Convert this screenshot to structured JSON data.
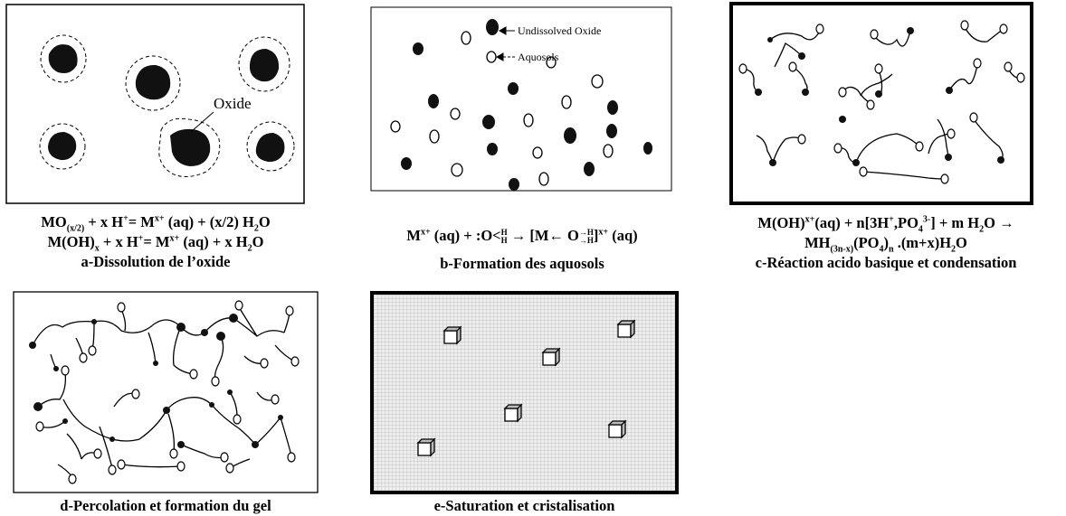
{
  "panel_a": {
    "label_oxide": "Oxide",
    "eq1": {
      "p1": "MO",
      "s1": "(x/2)",
      "p2": " + x H",
      "s2": "+",
      "p3": "= M",
      "s3": "x+",
      "p4": " (aq) + (x/2) H",
      "s4": "2",
      "p5": "O"
    },
    "eq2": {
      "p1": "M(OH)",
      "s1": "x",
      "p2": " + x H",
      "s2": "+",
      "p3": "= M",
      "s3": "x+",
      "p4": " (aq) + x H",
      "s4": "2",
      "p5": "O"
    },
    "caption": "a-Dissolution de l’oxide"
  },
  "panel_b": {
    "legend_undissolved": "Undissolved Oxide",
    "legend_aquosols": "Aquosols",
    "eq": {
      "p1": "M",
      "s1": "x+",
      "p2": " (aq) + :O<",
      "f1a": "H",
      "f1b": "H",
      "p3": " → [M← O",
      "f2a": "→H",
      "f2b": "→H",
      "p4": "]",
      "s2": "x+",
      "p5": " (aq)"
    },
    "caption": "b-Formation des aquosols"
  },
  "panel_c": {
    "eq1": {
      "p1": "M(OH)",
      "s1": "x+",
      "p2": "(aq) + n[3H",
      "s2": "+",
      "p3": ",PO",
      "s3": "4",
      "s4": "3-",
      "p4": "] + m H",
      "s5": "2",
      "p5": "O →"
    },
    "eq2": {
      "p1": "MH",
      "s1": "(3n-x)",
      "p2": "(PO",
      "s2": "4",
      "p3": ")",
      "s3": "n",
      "p4": " .(m+x)H",
      "s4": "2",
      "p5": "O"
    },
    "caption": "c-Réaction acido basique et condensation"
  },
  "panel_d": {
    "caption": "d-Percolation et formation du gel"
  },
  "panel_e": {
    "caption": "e-Saturation et cristalisation"
  }
}
